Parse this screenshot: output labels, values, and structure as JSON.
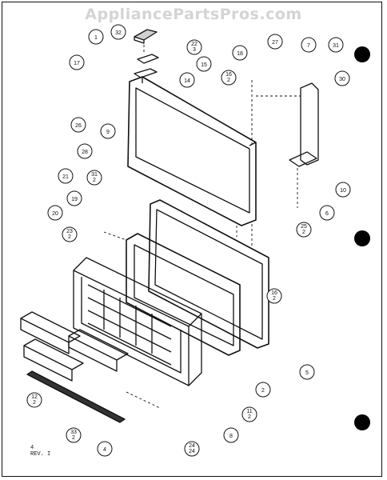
{
  "watermark": "AppliancePartsPros.com",
  "revision": {
    "line1": "4",
    "line2": "REV. I"
  },
  "callouts": [
    {
      "id": "c32",
      "top": "32",
      "bottom": ""
    },
    {
      "id": "c1",
      "top": "1",
      "bottom": ""
    },
    {
      "id": "c22",
      "top": "22",
      "bottom": "3"
    },
    {
      "id": "c15",
      "top": "15",
      "bottom": ""
    },
    {
      "id": "c14",
      "top": "14",
      "bottom": ""
    },
    {
      "id": "c17",
      "top": "17",
      "bottom": ""
    },
    {
      "id": "c18",
      "top": "18",
      "bottom": ""
    },
    {
      "id": "c16a",
      "top": "16",
      "bottom": "2"
    },
    {
      "id": "c27",
      "top": "27",
      "bottom": ""
    },
    {
      "id": "c7",
      "top": "7",
      "bottom": ""
    },
    {
      "id": "c31",
      "top": "31",
      "bottom": ""
    },
    {
      "id": "c30",
      "top": "30",
      "bottom": ""
    },
    {
      "id": "c26",
      "top": "26",
      "bottom": ""
    },
    {
      "id": "c9",
      "top": "9",
      "bottom": ""
    },
    {
      "id": "c28",
      "top": "28",
      "bottom": ""
    },
    {
      "id": "c21",
      "top": "21",
      "bottom": ""
    },
    {
      "id": "c31b",
      "top": "31",
      "bottom": "2"
    },
    {
      "id": "c19",
      "top": "19",
      "bottom": ""
    },
    {
      "id": "c20",
      "top": "20",
      "bottom": ""
    },
    {
      "id": "c23",
      "top": "23",
      "bottom": "2"
    },
    {
      "id": "c10",
      "top": "10",
      "bottom": ""
    },
    {
      "id": "c6",
      "top": "6",
      "bottom": ""
    },
    {
      "id": "c25",
      "top": "25",
      "bottom": "2"
    },
    {
      "id": "c16b",
      "top": "16",
      "bottom": "2"
    },
    {
      "id": "c5",
      "top": "5",
      "bottom": ""
    },
    {
      "id": "c2",
      "top": "2",
      "bottom": ""
    },
    {
      "id": "c11",
      "top": "11",
      "bottom": "2"
    },
    {
      "id": "c8",
      "top": "8",
      "bottom": ""
    },
    {
      "id": "c24",
      "top": "24",
      "bottom": "24"
    },
    {
      "id": "c12",
      "top": "12",
      "bottom": "2"
    },
    {
      "id": "c33",
      "top": "33",
      "bottom": "2"
    },
    {
      "id": "c4",
      "top": "4",
      "bottom": ""
    }
  ]
}
